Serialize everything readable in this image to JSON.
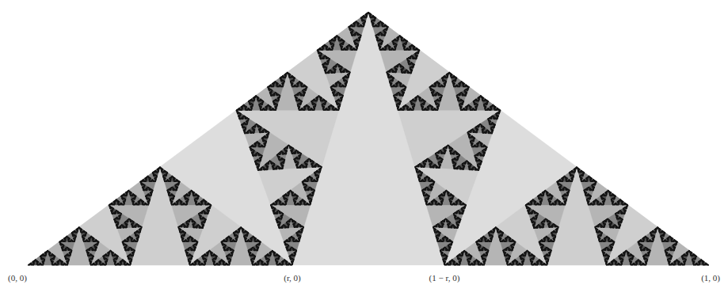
{
  "diagram": {
    "labels": [
      "(0, 0)",
      "(r, 0)",
      "(1 − r, 0)",
      "(1, 0)"
    ]
  }
}
